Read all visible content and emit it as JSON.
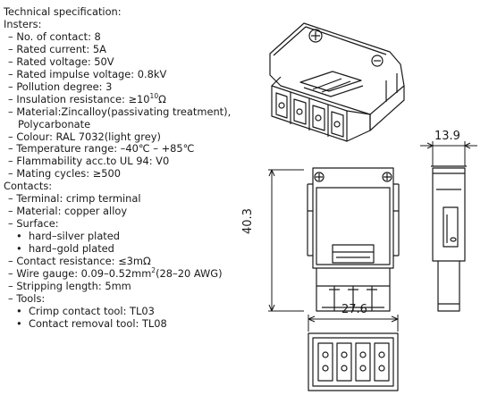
{
  "spec": {
    "title": "Technical specification:",
    "inserts_heading": "Insters:",
    "inserts": [
      {
        "text": "– No. of contact: 8"
      },
      {
        "text": "– Rated current: 5A"
      },
      {
        "text": "– Rated voltage: 50V"
      },
      {
        "text": "– Rated impulse voltage: 0.8kV"
      },
      {
        "text": "– Pollution degree: 3"
      },
      {
        "pre": "– Insulation resistance: ≥10",
        "sup": "10",
        "post": "Ω"
      },
      {
        "text": "– Material:Zincalloy(passivating treatment), Polycarbonate",
        "wrap": true
      },
      {
        "text": "– Colour: RAL 7032(light grey)"
      },
      {
        "text": "– Temperature range: –40℃ – +85℃"
      },
      {
        "text": "– Flammability acc.to UL 94: V0"
      },
      {
        "text": "– Mating cycles: ≥500"
      }
    ],
    "contacts_heading": "Contacts:",
    "contacts": [
      {
        "text": "– Terminal: crimp terminal",
        "level": 2
      },
      {
        "text": "– Material: copper alloy",
        "level": 2
      },
      {
        "text": "– Surface:",
        "level": 2
      },
      {
        "text": "hard–silver plated",
        "level": 3
      },
      {
        "text": "hard–gold plated",
        "level": 3
      },
      {
        "text": "– Contact resistance: ≤3mΩ",
        "level": 2
      },
      {
        "pre": "– Wire gauge: 0.09–0.52mm",
        "sup": "2",
        "post": "(28–20 AWG)",
        "level": 2
      },
      {
        "text": "– Stripping length: 5mm",
        "level": 2
      },
      {
        "text": "– Tools:",
        "level": 2
      },
      {
        "text": "Crimp contact tool: TL03",
        "level": 3
      },
      {
        "text": "Contact removal tool: TL08",
        "level": 3
      }
    ]
  },
  "dimensions": {
    "height": "40.3",
    "depth": "13.9",
    "width": "27.6"
  }
}
